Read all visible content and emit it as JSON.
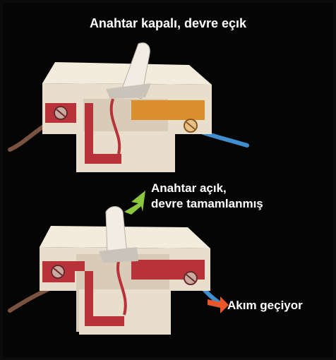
{
  "labels": {
    "title": "Anahtar kapalı, devre eçık",
    "switch_closed_line1": "Anahtar açık,",
    "switch_closed_line2": "devre tamamlanmış",
    "current_flowing": "Akım geçiyor"
  },
  "colors": {
    "background": "#050505",
    "switch_body": "#ece3d3",
    "switch_shadow": "#bfb3a0",
    "contact_red": "#b8323a",
    "contact_orange": "#d9902c",
    "wire_brown": "#7a5240",
    "wire_blue": "#3f8fd0",
    "arrow_green": "#8cc63f",
    "arrow_orange": "#e8562a"
  },
  "icons": [
    "green-arrow-icon",
    "orange-arrow-icon",
    "screw-icon"
  ]
}
